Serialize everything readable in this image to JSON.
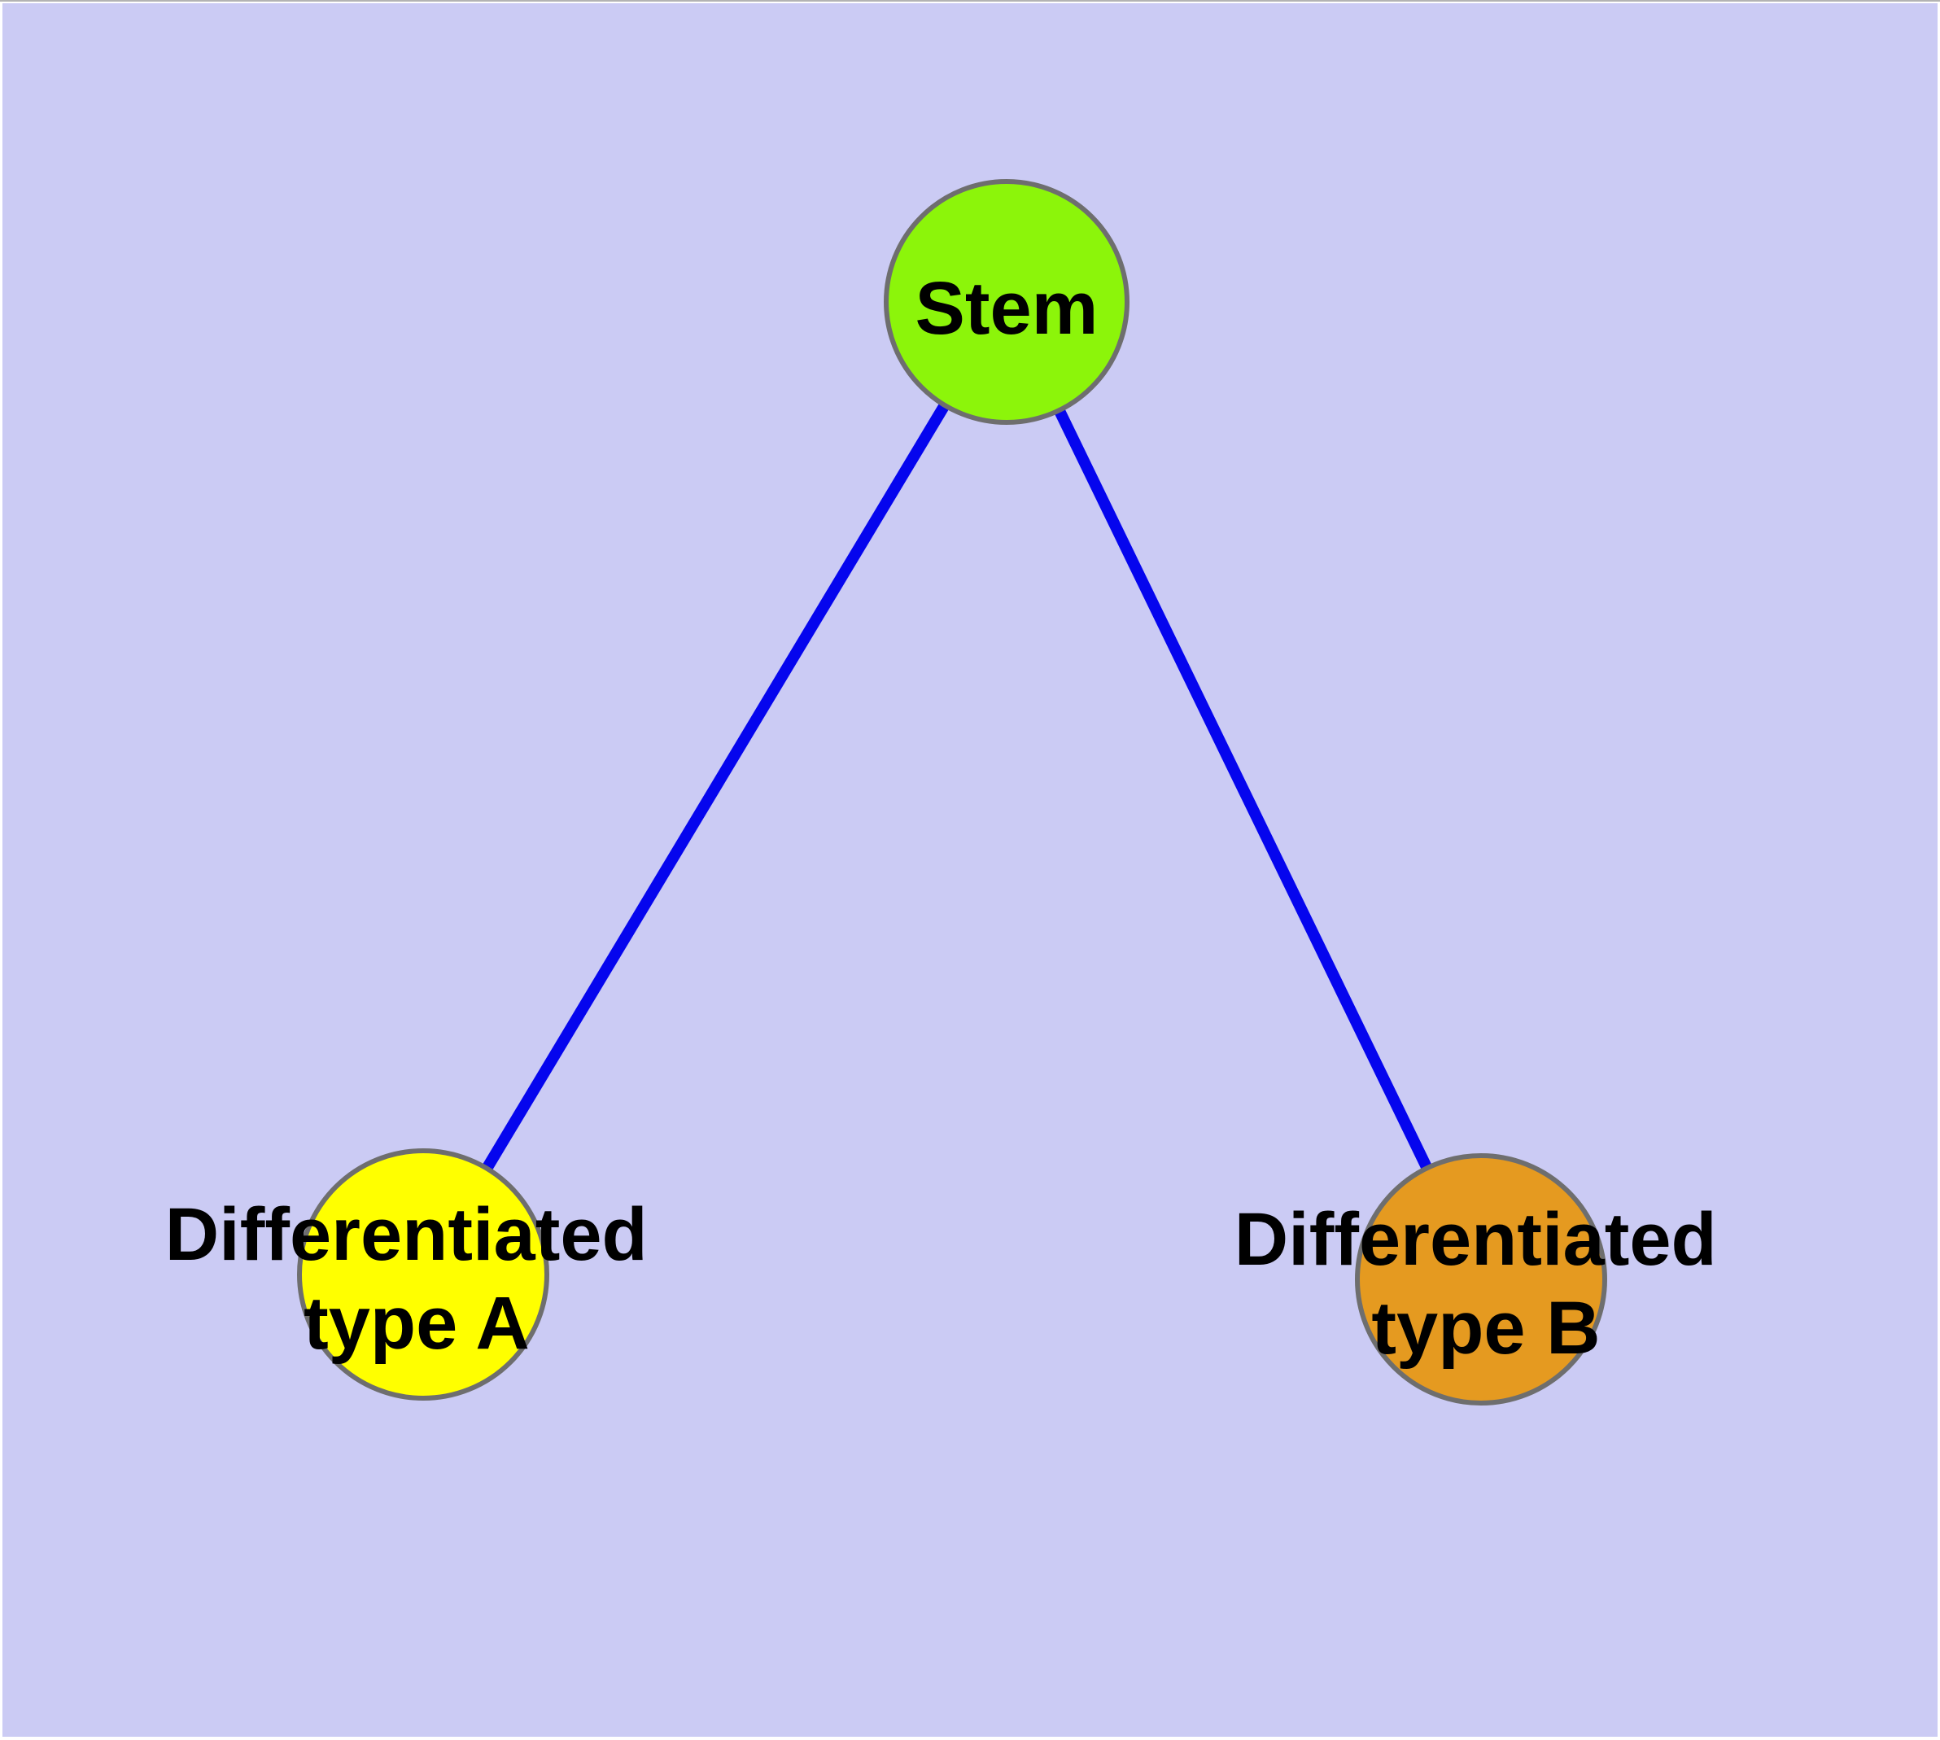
{
  "diagram": {
    "type": "graph",
    "description": "Cell differentiation graph: a stem node with two differentiated child types",
    "background_color": "#CBCBF4",
    "frame_color": "#FFFFFF",
    "edge_color": "#0505EE",
    "node_border_color": "#6E6E6E",
    "label_color": "#000000",
    "nodes": [
      {
        "id": "stem",
        "label": "Stem",
        "lines": [
          "Stem"
        ],
        "color": "#8CF50A"
      },
      {
        "id": "differentiated-type-a",
        "label": "Differentiated type A",
        "lines": [
          "Differentiated",
          "type A"
        ],
        "color": "#FFFF00"
      },
      {
        "id": "differentiated-type-b",
        "label": "Differentiated type B",
        "lines": [
          "Differentiated",
          "type B"
        ],
        "color": "#E59A20"
      }
    ],
    "edges": [
      {
        "from": "Stem",
        "to": "Differentiated type A"
      },
      {
        "from": "Stem",
        "to": "Differentiated type B"
      }
    ]
  }
}
